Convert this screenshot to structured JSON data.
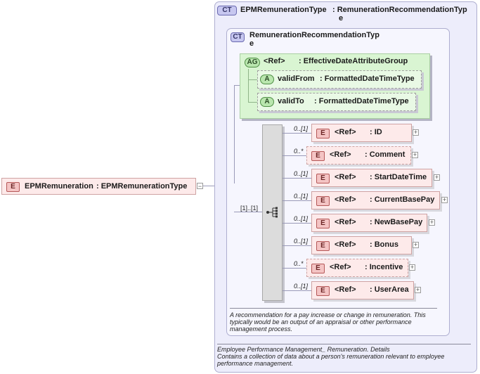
{
  "root_element": {
    "badge": "E",
    "name": "EPMRemuneration",
    "type": ": EPMRemunerationType"
  },
  "outer_type": {
    "badge": "CT",
    "name": "EPMRemunerationType",
    "type_line1": ": RemunerationRecommendationTyp",
    "type_line2": "e",
    "doc_line1": "Employee Performance Management_ Remuneration. Details",
    "doc_line2": "Contains a collection of data about a person's remuneration relevant to employee",
    "doc_line3": "performance management."
  },
  "inner_type": {
    "badge": "CT",
    "name_line1": "RemunerationRecommendationTyp",
    "name_line2": "e",
    "doc_line1": "A recommendation for a pay increase or change in remuneration. This",
    "doc_line2": "typically would be an output of an appraisal or other performance",
    "doc_line3": "management process."
  },
  "attribute_group": {
    "badge": "AG",
    "ref": "<Ref>",
    "name": ": EffectiveDateAttributeGroup",
    "attributes": [
      {
        "badge": "A",
        "name": "validFrom",
        "type": ": FormattedDateTimeType"
      },
      {
        "badge": "A",
        "name": "validTo",
        "type": ": FormattedDateTimeType"
      }
    ]
  },
  "sequence": {
    "cardinality": "[1]..[1]"
  },
  "elements": [
    {
      "badge": "E",
      "card": "0..[1]",
      "ref": "<Ref>",
      "name": ": ID",
      "plus": "+"
    },
    {
      "badge": "E",
      "card": "0..*",
      "ref": "<Ref>",
      "name": ": Comment",
      "plus": "+"
    },
    {
      "badge": "E",
      "card": "0..[1]",
      "ref": "<Ref>",
      "name": ": StartDateTime",
      "plus": "+"
    },
    {
      "badge": "E",
      "card": "0..[1]",
      "ref": "<Ref>",
      "name": ": CurrentBasePay",
      "plus": "+"
    },
    {
      "badge": "E",
      "card": "0..[1]",
      "ref": "<Ref>",
      "name": ": NewBasePay",
      "plus": "+"
    },
    {
      "badge": "E",
      "card": "0..[1]",
      "ref": "<Ref>",
      "name": ": Bonus",
      "plus": "+"
    },
    {
      "badge": "E",
      "card": "0..*",
      "ref": "<Ref>",
      "name": ": Incentive",
      "plus": "+"
    },
    {
      "badge": "E",
      "card": "0..[1]",
      "ref": "<Ref>",
      "name": ": UserArea",
      "plus": "+"
    }
  ],
  "colors": {
    "complex_type_bg": "#ededfb",
    "attribute_group_bg": "#d9f5d2",
    "element_bg": "#fdeaea",
    "connector": "#9a9ab8"
  },
  "root_collapse": "−"
}
